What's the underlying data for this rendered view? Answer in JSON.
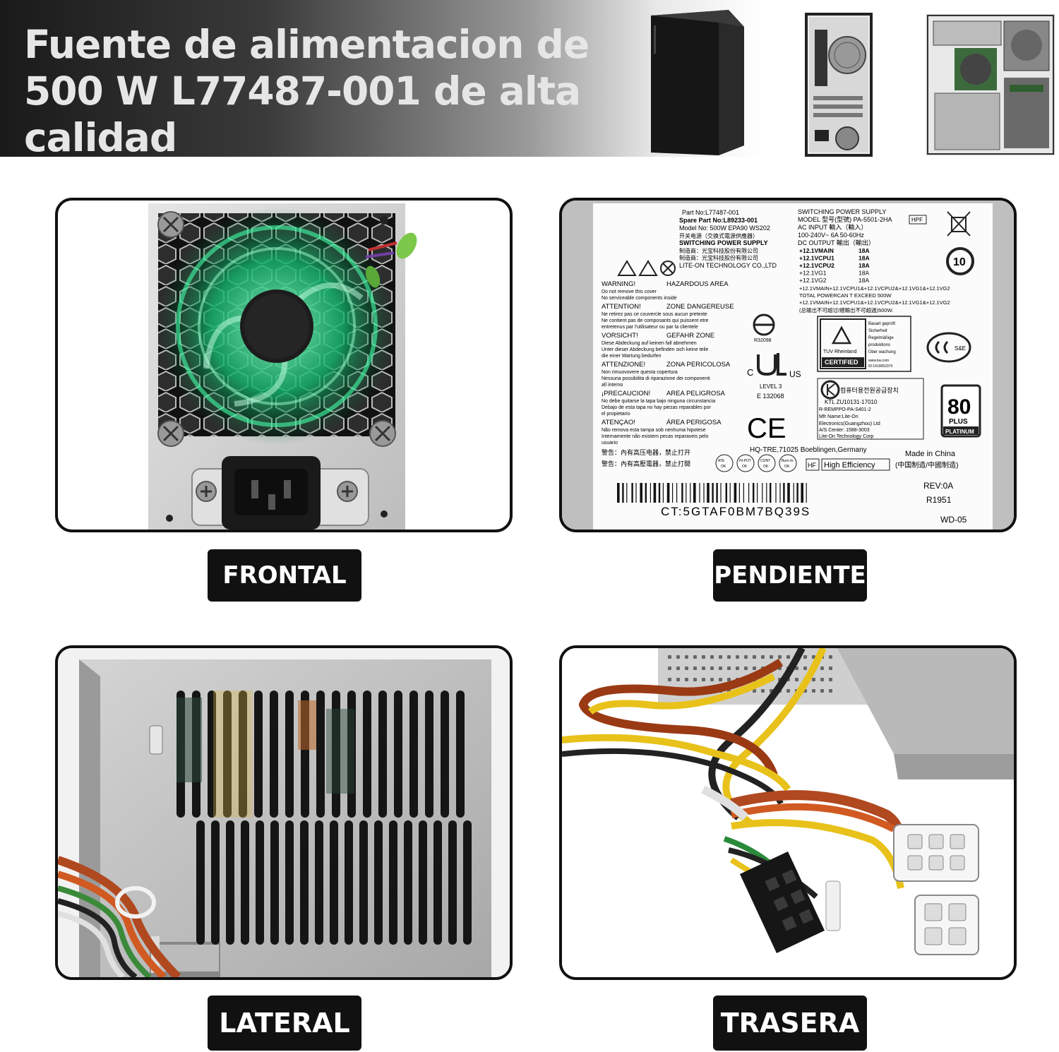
{
  "banner": {
    "title": "Fuente de alimentacion de 500 W L77487-001 de alta calidad"
  },
  "thumbnails": [
    {
      "name": "pc-tower-front"
    },
    {
      "name": "pc-tower-rear"
    },
    {
      "name": "pc-tower-open"
    }
  ],
  "labels": {
    "frontal": "FRONTAL",
    "pendiente": "PENDIENTE",
    "lateral": "LATERAL",
    "trasera": "TRASERA"
  },
  "psu_label": {
    "part_no": "Part No:L77487-001",
    "spare_part_no": "Spare Part No:L89233-001",
    "model_no": "Model No: 500W EPA90 WS202",
    "cn_line1": "开关电源（交换式電源供應器）",
    "switching": "SWITCHING POWER SUPPLY",
    "cn_line2": "制造商：光宝科技股份有限公司",
    "cn_line3": "制造商：光宝科技股份有限公司",
    "manufacturer": "LITE-ON TECHNOLOGY CO.,LTD",
    "spec_title": "SWITCHING POWER SUPPLY",
    "model": "MODEL 型号(型號)  PA-5501-2HA",
    "hpf": "HPF",
    "ac_input": "AC INPUT  輸入（輸入）",
    "ac_values": "100-240V~  6A   50-60Hz",
    "dc_output": "DC OUTPUT 輸出（輸出）",
    "rails": [
      {
        "name": "+12.1VMAIN",
        "amps": "18A"
      },
      {
        "name": "+12.1VCPU1",
        "amps": "18A"
      },
      {
        "name": "+12.1VCPU2",
        "amps": "18A"
      },
      {
        "name": "+12.1VG1",
        "amps": "18A"
      },
      {
        "name": "+12.1VG2",
        "amps": "18A"
      }
    ],
    "total_line1": "+12.1VMAIN+12.1VCPU1&+12.1VCPU2&+12.1VG1&+12.1VG2",
    "total_line2": "TOTAL POWERCAN T EXCEED 500W",
    "total_line3": "+12.1VMAIN+12.1VCPU1&+12.1VCPU2&+12.1VG1&+12.1VG2",
    "total_line4": "(总输出不可超过/總輸出不可超過)500W.",
    "warnings": [
      {
        "title": "WARNING!",
        "area": "HAZARDOUS AREA",
        "lines": [
          "Do not remove this cover",
          "No serviceable components inside"
        ]
      },
      {
        "title": "ATTENTION!",
        "area": "ZONE DANGEREUSE",
        "lines": [
          "Ne retirez pas ce couvercle sous aucun pretexte",
          "Ne contient pas de composants qui puissent etre",
          "entretenus par l'utilisateur ou par la clientele"
        ]
      },
      {
        "title": "VORSICHT!",
        "area": "GEFAHR ZONE",
        "lines": [
          "Diese Abdeckung auf keinen fall abnehmen",
          "Unter dieser Abdeckung befinden sich keine teile",
          "die einer Wartung bedurfen"
        ]
      },
      {
        "title": "ATTENZIONE!",
        "area": "ZONA PERICOLOSA",
        "lines": [
          "Non rimuovovere questa copertura",
          "Nessuna possibilita di riparazione dei componenti",
          "all interno"
        ]
      },
      {
        "title": "¡PRECAUCION!",
        "area": "AREA PELIGROSA",
        "lines": [
          "No debe quitarse la tapa bajo ninguna circunstancia",
          "Debajo de esta tapa no hay piezas reparables por",
          "el propietario"
        ]
      },
      {
        "title": "ATENÇAO!",
        "area": "ÁREA PERIGOSA",
        "lines": [
          "Não remova esta tampa sob nenhuma hipotese",
          "Internamente não existem pecas reparaveis pelo",
          "usuario"
        ]
      }
    ],
    "cn_warning1": "警告：內有高压电器，禁止打开",
    "cn_warning2": "警告：內有高壓電器，禁止打開",
    "r_code": "R32098",
    "ul_level": "LEVEL 3",
    "ul_file": "E 132068",
    "ul_c": "C",
    "ul_us": "US",
    "tuv_name": "TUV Rheinland",
    "tuv_cert": "CERTIFIED",
    "tuv_lines": [
      "Bauart geprüft",
      "Sicherheit",
      "Regelmäßige",
      "produktions",
      "Über wachung"
    ],
    "tuv_site": "www.tuv.com",
    "tuv_id": "ID:1419052374",
    "ccc": "S&E",
    "kc_korean": "컴퓨터용전원공급장치",
    "kc_ktl": "KTL  ZU10131-17010",
    "kc_r": "R-REMPPO-PA-S401-2",
    "kc_mfr1": "Mfr Name:Lite-On",
    "kc_mfr2": "Electronics(Guangzhou) Ltd",
    "kc_as": "A/S Center: 1588-3003",
    "kc_corp": "Lite-On Technology Corp",
    "plus_80": "80",
    "plus_text": "PLUS",
    "plus_grade": "PLATINUM",
    "ce": "CE",
    "hq": "HQ-TRE,71025 Boeblingen,Germany",
    "tests": [
      "ATE OK",
      "HI-POT OK",
      "CONT OK",
      "Burn-In OK"
    ],
    "hf": "HF",
    "high_eff": "High Efficiency",
    "made_in": "Made in  China",
    "made_cn": "(中国制造/中國制造)",
    "ct": "CT:5GTAF0BM7BQ39S",
    "rev": "REV:0A",
    "r1951": "R1951",
    "wd": "WD-05",
    "ten": "10"
  }
}
